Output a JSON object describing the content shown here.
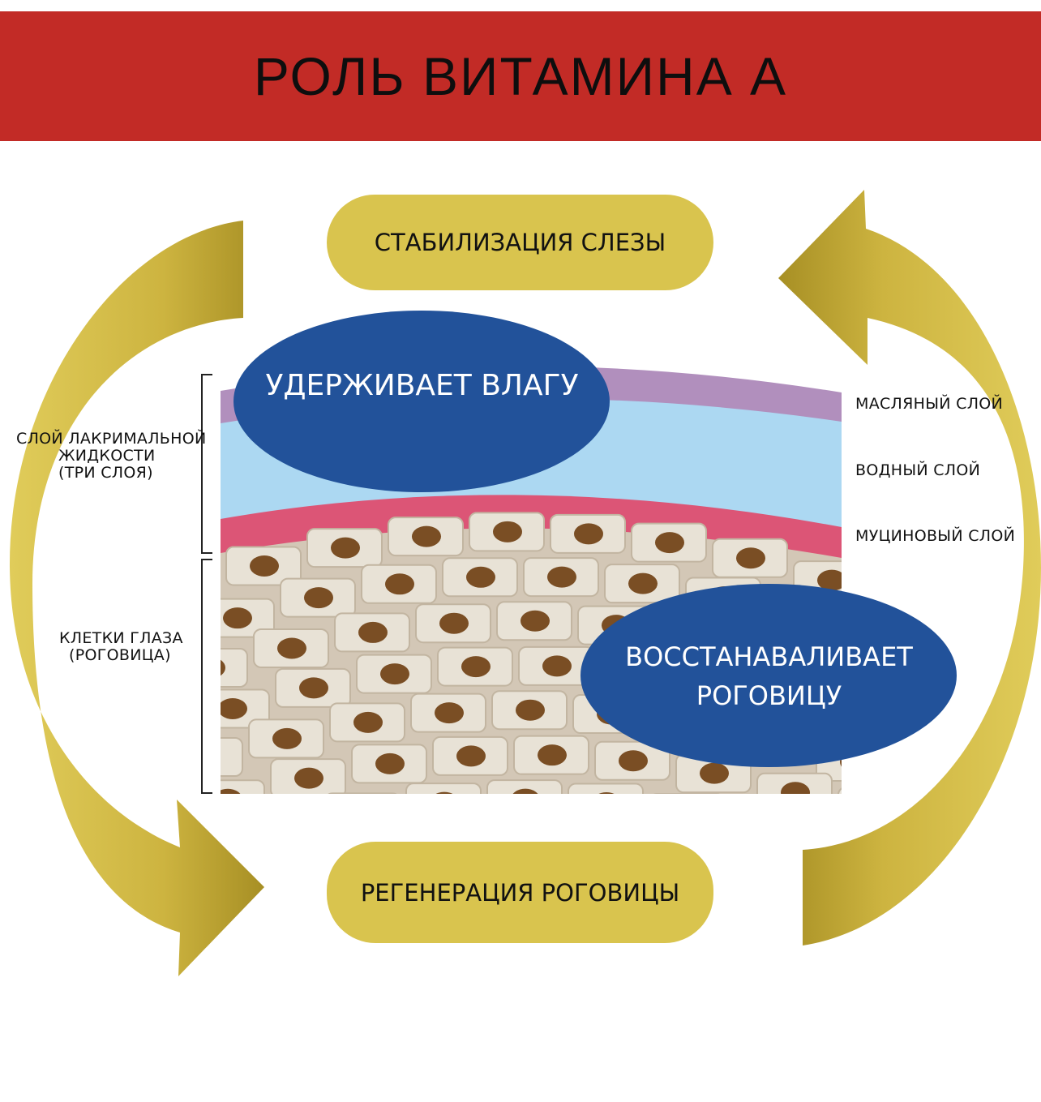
{
  "title": "РОЛЬ ВИТАМИНА А",
  "pills": {
    "top": "СТАБИЛИЗАЦИЯ СЛЕЗЫ",
    "bottom": "РЕГЕНЕРАЦИЯ РОГОВИЦЫ"
  },
  "ovals": {
    "one": "УДЕРЖИВАЕТ ВЛАГУ",
    "two_line1": "ВОССТАНАВАЛИВАЕТ",
    "two_line2": "РОГОВИЦУ"
  },
  "left_labels": {
    "tear_line1": "СЛОЙ ЛАКРИМАЛЬНОЙ",
    "tear_line2": "ЖИДКОСТИ",
    "tear_line3": "(ТРИ СЛОЯ)",
    "cells_line1": "КЛЕТКИ ГЛАЗА",
    "cells_line2": "(РОГОВИЦА)"
  },
  "right_labels": {
    "oil": "МАСЛЯНЫЙ СЛОЙ",
    "water": "ВОДНЫЙ СЛОЙ",
    "mucin": "МУЦИНОВЫЙ СЛОЙ"
  },
  "colors": {
    "header": "#c22b26",
    "gold": "#d9c44e",
    "oval_blue": "#22529a",
    "oil_layer": "#b18fbd",
    "water_layer": "#acd8f2",
    "mucin_layer": "#dc5576",
    "cell_fill": "#e8e2d6",
    "cell_bg": "#d3c7b6",
    "nucleus": "#7a4e24"
  }
}
